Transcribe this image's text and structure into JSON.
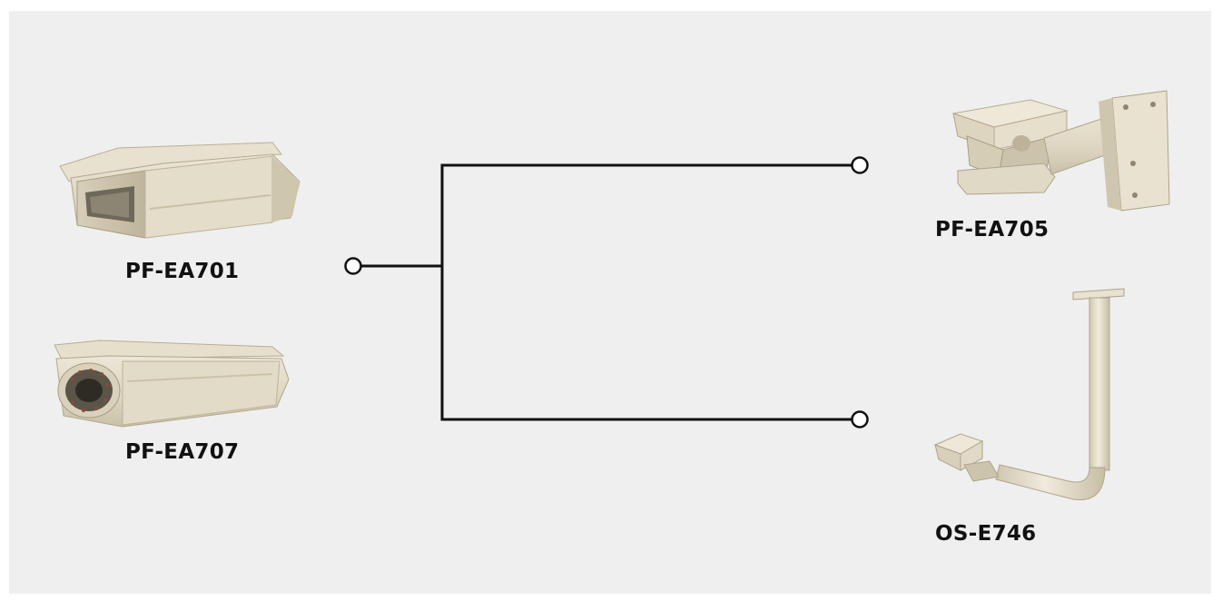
{
  "diagram": {
    "background": "#efefef",
    "line_color": "#111111",
    "product_color": "#e3dcc9",
    "left_products": [
      {
        "id": "pf-ea701",
        "label": "PF-EA701",
        "kind": "camera-housing"
      },
      {
        "id": "pf-ea707",
        "label": "PF-EA707",
        "kind": "ir-camera-housing"
      }
    ],
    "right_products": [
      {
        "id": "pf-ea705",
        "label": "PF-EA705",
        "kind": "wall-mount-bracket"
      },
      {
        "id": "os-e746",
        "label": "OS-E746",
        "kind": "ceiling-pendant-mount"
      }
    ]
  }
}
